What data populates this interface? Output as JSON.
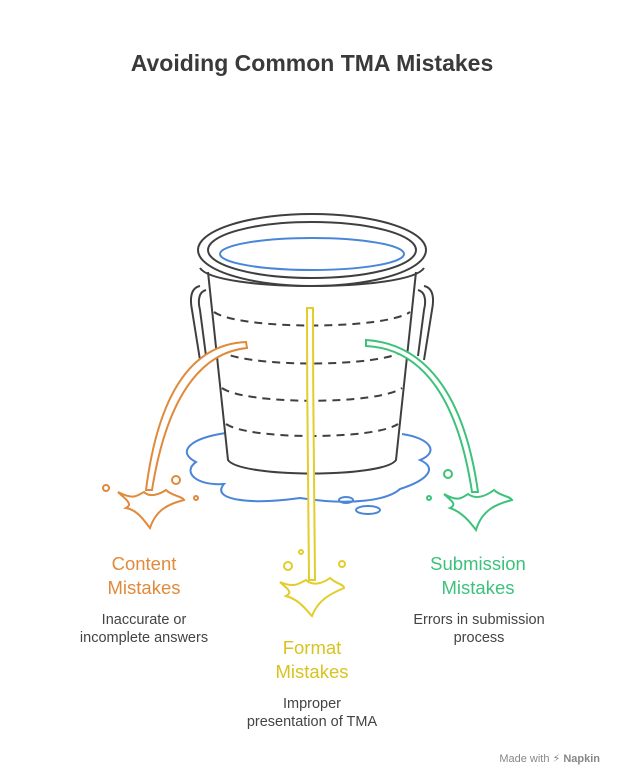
{
  "title": "Avoiding Common TMA Mistakes",
  "items": [
    {
      "label_line1": "Content",
      "label_line2": "Mistakes",
      "desc_line1": "Inaccurate or",
      "desc_line2": "incomplete answers",
      "color": "#e08a3c"
    },
    {
      "label_line1": "Format",
      "label_line2": "Mistakes",
      "desc_line1": "Improper",
      "desc_line2": "presentation of TMA",
      "color": "#e3cd2a"
    },
    {
      "label_line1": "Submission",
      "label_line2": "Mistakes",
      "desc_line1": "Errors in submission",
      "desc_line2": "process",
      "color": "#3cc27a"
    }
  ],
  "colors": {
    "water": "#4a86d8",
    "outline": "#3f3f3f"
  },
  "footer": {
    "made_with": "Made with",
    "brand": "Napkin"
  }
}
